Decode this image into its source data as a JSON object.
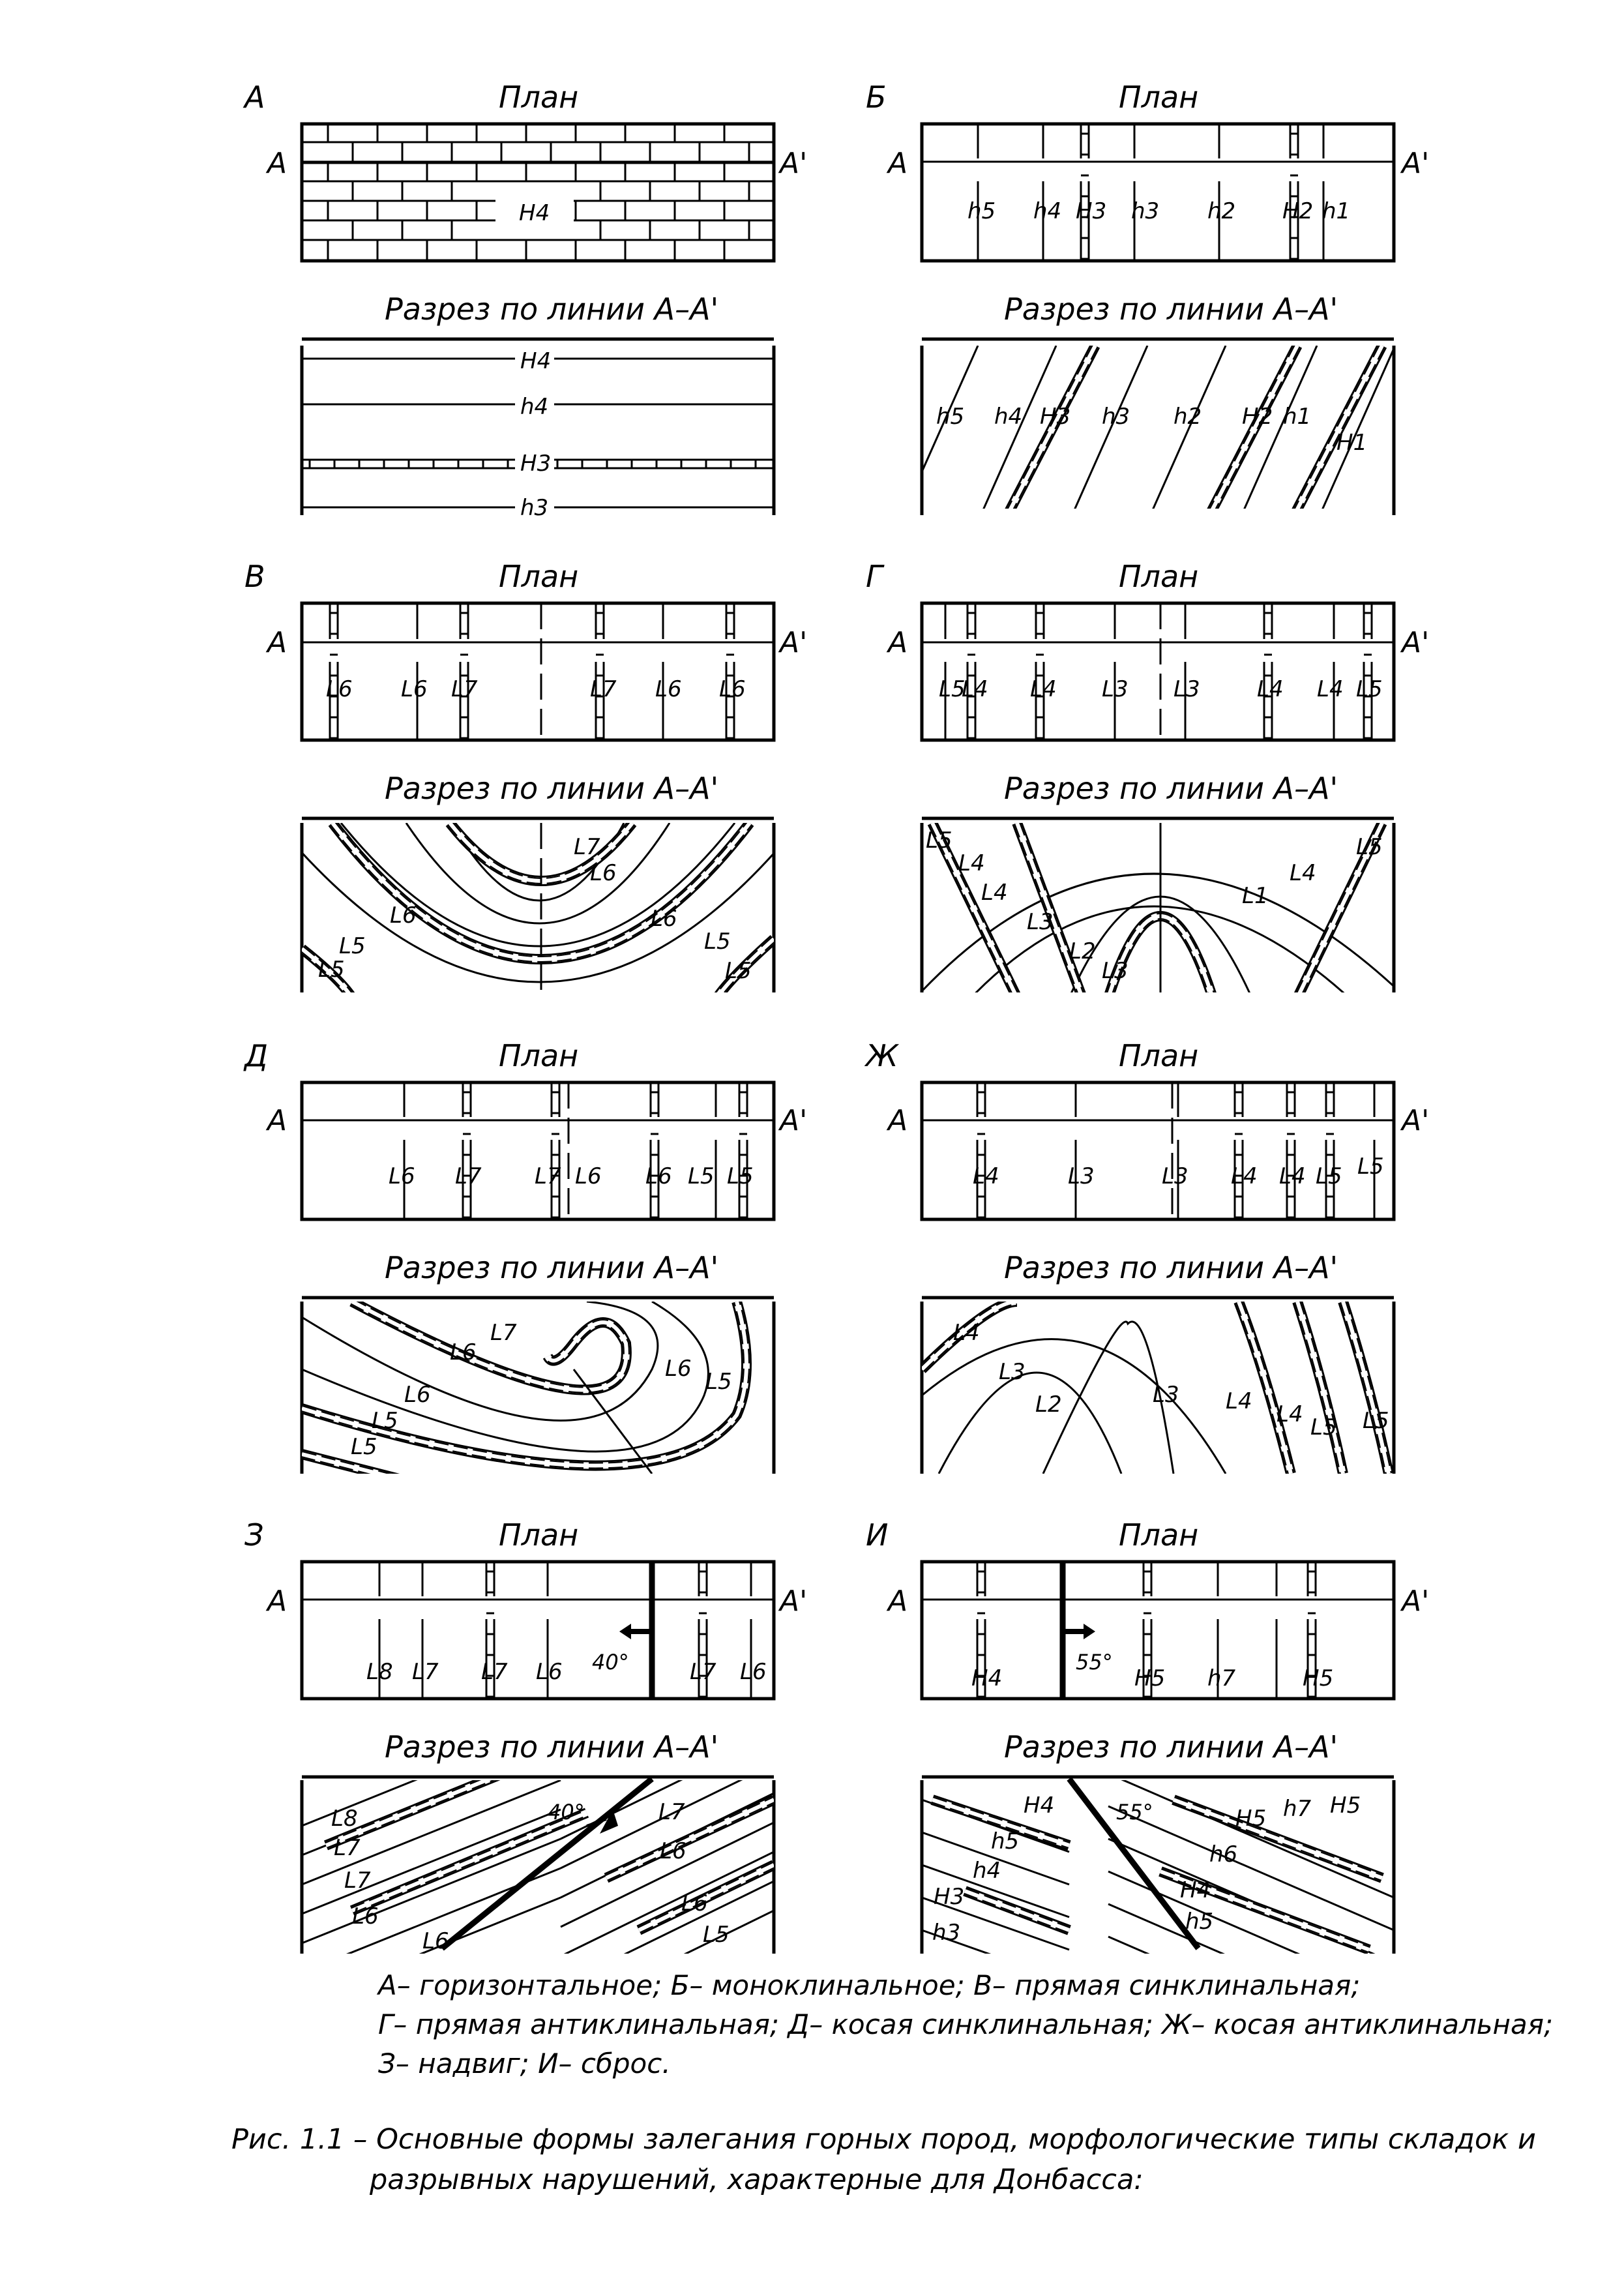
{
  "plan_title": "План",
  "section_title": "Разрез по линии А–А'",
  "edge_left": "А",
  "edge_right": "А'",
  "panels": [
    {
      "letter": "А",
      "plan_labels": [
        "H4"
      ],
      "section_labels": [
        "H4",
        "h4",
        "H3",
        "h3"
      ]
    },
    {
      "letter": "Б",
      "plan_labels": [
        "h5",
        "h4",
        "H3",
        "h3",
        "h2",
        "H2",
        "h1"
      ],
      "section_labels": [
        "h5",
        "h4",
        "H3",
        "h3",
        "h2",
        "H2",
        "h1",
        "H1"
      ]
    },
    {
      "letter": "В",
      "plan_labels": [
        "L6",
        "L6",
        "L7",
        "L7",
        "L6",
        "L6"
      ],
      "section_labels": [
        "L7",
        "L6",
        "L6",
        "L6",
        "L5",
        "L5",
        "L5",
        "L5"
      ]
    },
    {
      "letter": "Г",
      "plan_labels": [
        "L5",
        "L4",
        "L4",
        "L3",
        "L3",
        "L4",
        "L4",
        "L5"
      ],
      "section_labels": [
        "L5",
        "L4",
        "L4",
        "L3",
        "L2",
        "L3",
        "L1",
        "L4",
        "L5"
      ]
    },
    {
      "letter": "Д",
      "plan_labels": [
        "L6",
        "L7",
        "L7",
        "L6",
        "L6",
        "L5",
        "L5"
      ],
      "section_labels": [
        "L7",
        "L6",
        "L6",
        "L6",
        "L5",
        "L5",
        "L5"
      ]
    },
    {
      "letter": "Ж",
      "plan_labels": [
        "L4",
        "L3",
        "L3",
        "L4",
        "L4",
        "L5",
        "L5"
      ],
      "section_labels": [
        "L4",
        "L3",
        "L2",
        "L3",
        "L4",
        "L4",
        "L5",
        "L5"
      ]
    },
    {
      "letter": "З",
      "plan_labels": [
        "L8",
        "L7",
        "L7",
        "L6",
        "L7",
        "L6"
      ],
      "section_labels": [
        "L8",
        "L7",
        "L7",
        "L6",
        "L7",
        "L6",
        "L6",
        "L6",
        "L5"
      ],
      "angle": "40°"
    },
    {
      "letter": "И",
      "plan_labels": [
        "H4",
        "H5",
        "h7",
        "H5"
      ],
      "section_labels": [
        "H4",
        "h5",
        "h4",
        "H3",
        "h3",
        "H5",
        "h6",
        "H4",
        "h5",
        "h7",
        "H5"
      ],
      "angle": "55°"
    }
  ],
  "legend": [
    "А– горизонтальное; Б– моноклинальное; В– прямая синклинальная;",
    "Г– прямая антиклинальная; Д– косая синклинальная; Ж– косая антиклинальная;",
    "З– надвиг; И– сброс."
  ],
  "caption": [
    "Рис. 1.1 – Основные формы залегания горных пород, морфологические типы складок и",
    "разрывных нарушений, характерные для Донбасса:"
  ]
}
